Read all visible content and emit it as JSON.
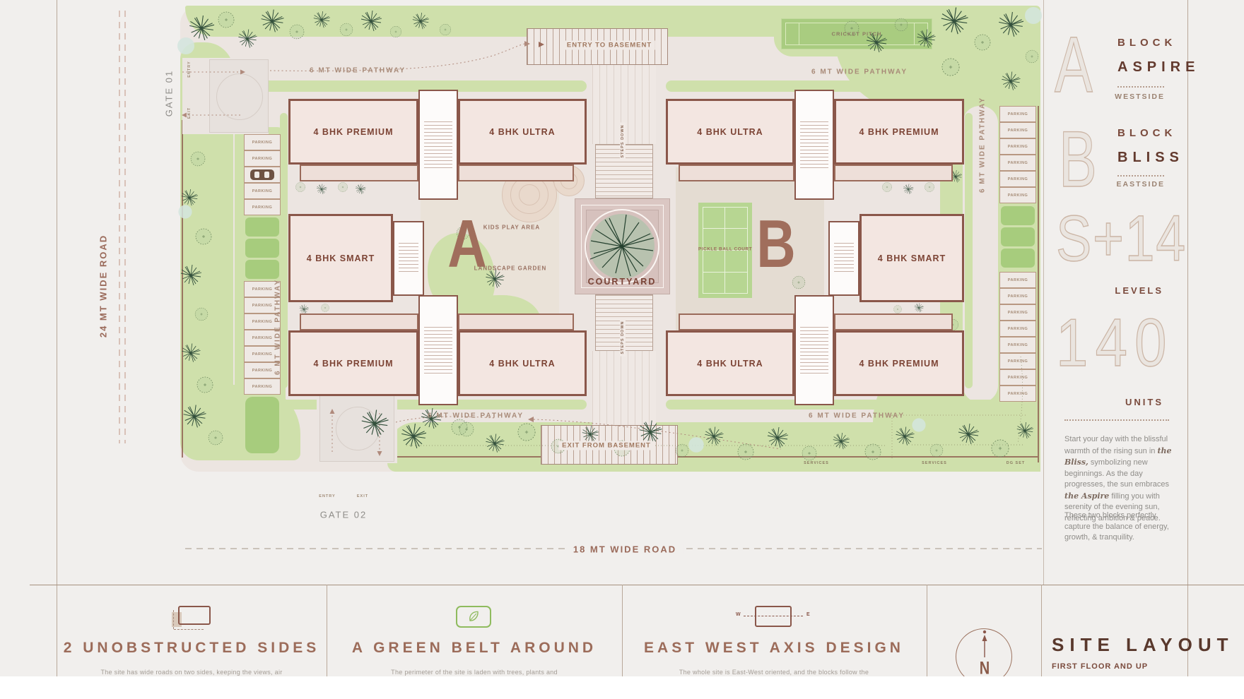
{
  "plan": {
    "road_left": "24 MT WIDE ROAD",
    "road_bottom": "18 MT WIDE ROAD",
    "gate1": "GATE 01",
    "gate2": "GATE 02",
    "entry": "ENTRY",
    "exit": "EXIT",
    "pathway": "6 MT WIDE PATHWAY",
    "entry_basement": "ENTRY TO BASEMENT",
    "exit_basement": "EXIT FROM BASEMENT",
    "steps_down": "STEPS DOWN",
    "cricket": "CRICKET PITCH",
    "kids": "KIDS PLAY AREA",
    "garden": "LANDSCAPE GARDEN",
    "courtyard": "COURTYARD",
    "pickle": "PICKLE BALL COURT",
    "services": "SERVICES",
    "dg_set": "DG SET",
    "parking": "PARKING",
    "block_a": "A",
    "block_b": "B",
    "units": {
      "premium": "4 BHK PREMIUM",
      "ultra": "4 BHK ULTRA",
      "smart": "4 BHK SMART"
    }
  },
  "sidebar": {
    "a": {
      "letter": "A",
      "block": "BLOCK",
      "name": "ASPIRE",
      "side": "WESTSIDE"
    },
    "b": {
      "letter": "B",
      "block": "BLOCK",
      "name": "BLISS",
      "side": "EASTSIDE"
    },
    "levels": {
      "value": "S+14",
      "label": "LEVELS"
    },
    "units": {
      "value": "140",
      "label": "UNITS"
    },
    "para1": {
      "t1": "Start your day with the blissful warmth of the rising sun in ",
      "em1": "the Bliss,",
      "t2": " symbolizing new beginnings. As the day progresses, the sun embraces ",
      "em2": "the Aspire",
      "t3": " filling you with serenity of the evening sun, reflecting ambition & peace."
    },
    "para2": "These two  blocks perfectly capture the balance of energy, growth, & tranquility."
  },
  "footer": {
    "f1": {
      "title": "2 UNOBSTRUCTED SIDES",
      "desc": "The site has wide roads on two sides, keeping the views, air"
    },
    "f2": {
      "title": "A GREEN BELT AROUND",
      "desc": "The perimeter of the site is laden with trees, plants and"
    },
    "f3": {
      "title": "EAST WEST AXIS DESIGN",
      "desc": "The whole site is East-West oriented, and the blocks follow the",
      "w": "W",
      "e": "E"
    },
    "compass": {
      "n": "N"
    },
    "title": "SITE LAYOUT",
    "subtitle": "FIRST FLOOR AND UP"
  }
}
